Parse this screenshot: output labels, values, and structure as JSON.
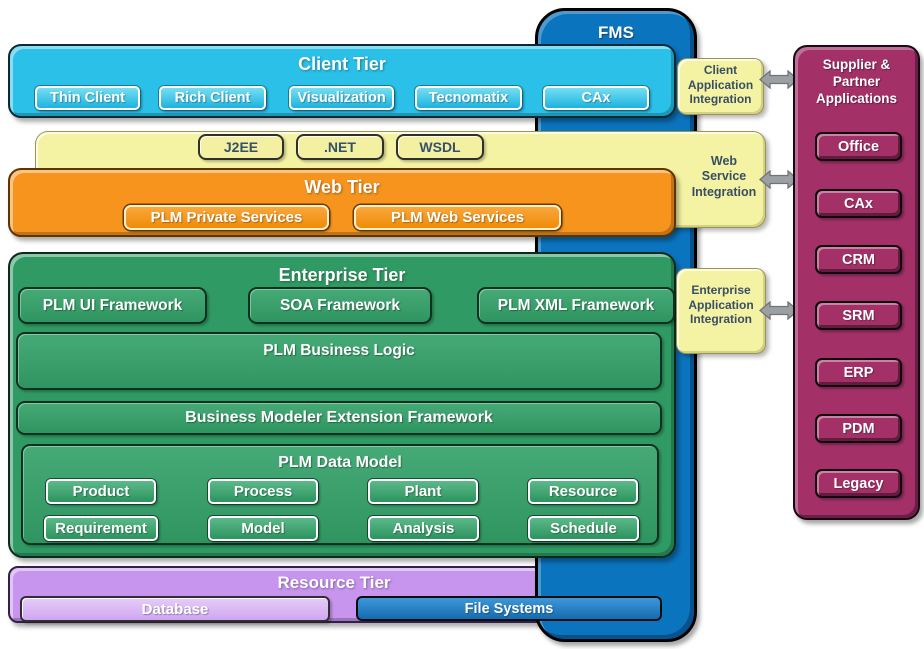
{
  "colors": {
    "client_tier": "#2AC0E8",
    "middleware_band": "#F4F2A3",
    "web_tier": "#F7941E",
    "enterprise_tier": "#2F9A63",
    "resource_tier": "#C795EE",
    "fms_column": "#0B74BE",
    "file_systems_button": "#1B76C2",
    "partner_panel": "#A33168",
    "arrow": "#9AA0A4",
    "dark_label_text": "#3A4E63"
  },
  "fms": {
    "label": "FMS"
  },
  "client_tier": {
    "title": "Client Tier",
    "buttons": [
      "Thin Client",
      "Rich Client",
      "Visualization",
      "Tecnomatix",
      "CAx"
    ]
  },
  "middleware": {
    "buttons": [
      "J2EE",
      ".NET",
      "WSDL"
    ]
  },
  "web_tier": {
    "title": "Web Tier",
    "buttons": [
      "PLM Private Services",
      "PLM Web Services"
    ]
  },
  "enterprise_tier": {
    "title": "Enterprise Tier",
    "frameworks": [
      "PLM UI Framework",
      "SOA Framework",
      "PLM XML Framework"
    ],
    "business_logic": "PLM Business Logic",
    "extension_framework": "Business Modeler Extension Framework",
    "data_model": {
      "title": "PLM Data Model",
      "row1": [
        "Product",
        "Process",
        "Plant",
        "Resource"
      ],
      "row2": [
        "Requirement",
        "Model",
        "Analysis",
        "Schedule"
      ]
    }
  },
  "resource_tier": {
    "title": "Resource Tier",
    "database": "Database",
    "file_systems": "File Systems"
  },
  "integration": {
    "client": "Client\nApplication\nIntegration",
    "web": "Web\nService\nIntegration",
    "enterprise": "Enterprise\nApplication\nIntegration"
  },
  "partner": {
    "title": "Supplier &\nPartner\nApplications",
    "apps": [
      "Office",
      "CAx",
      "CRM",
      "SRM",
      "ERP",
      "PDM",
      "Legacy"
    ]
  }
}
